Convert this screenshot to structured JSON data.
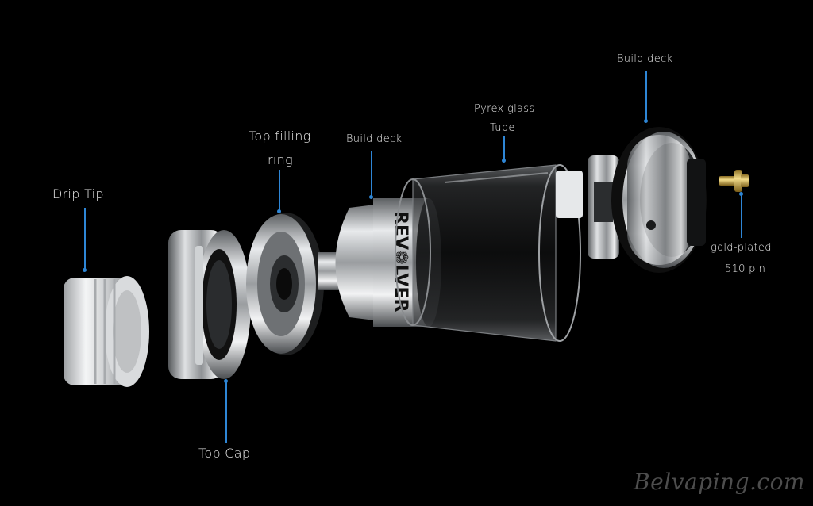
{
  "labels": {
    "drip_tip": "Drip Tip",
    "top_cap": "Top Cap",
    "top_filling_ring_line1": "Top filling",
    "top_filling_ring_line2": "ring",
    "build_deck_left": "Build deck",
    "pyrex_line1": "Pyrex glass",
    "pyrex_line2": "Tube",
    "build_deck_right": "Build deck",
    "pin_line1": "gold-plated",
    "pin_line2": "510 pin"
  },
  "branding": {
    "engraving": "REV❁LVER",
    "watermark": "Belvaping.com"
  },
  "colors": {
    "background": "#000000",
    "leader_line": "#2e86d6",
    "label_text": "#e9e9e9",
    "steel": "#b8bcc0",
    "gold": "#d4b25a"
  }
}
